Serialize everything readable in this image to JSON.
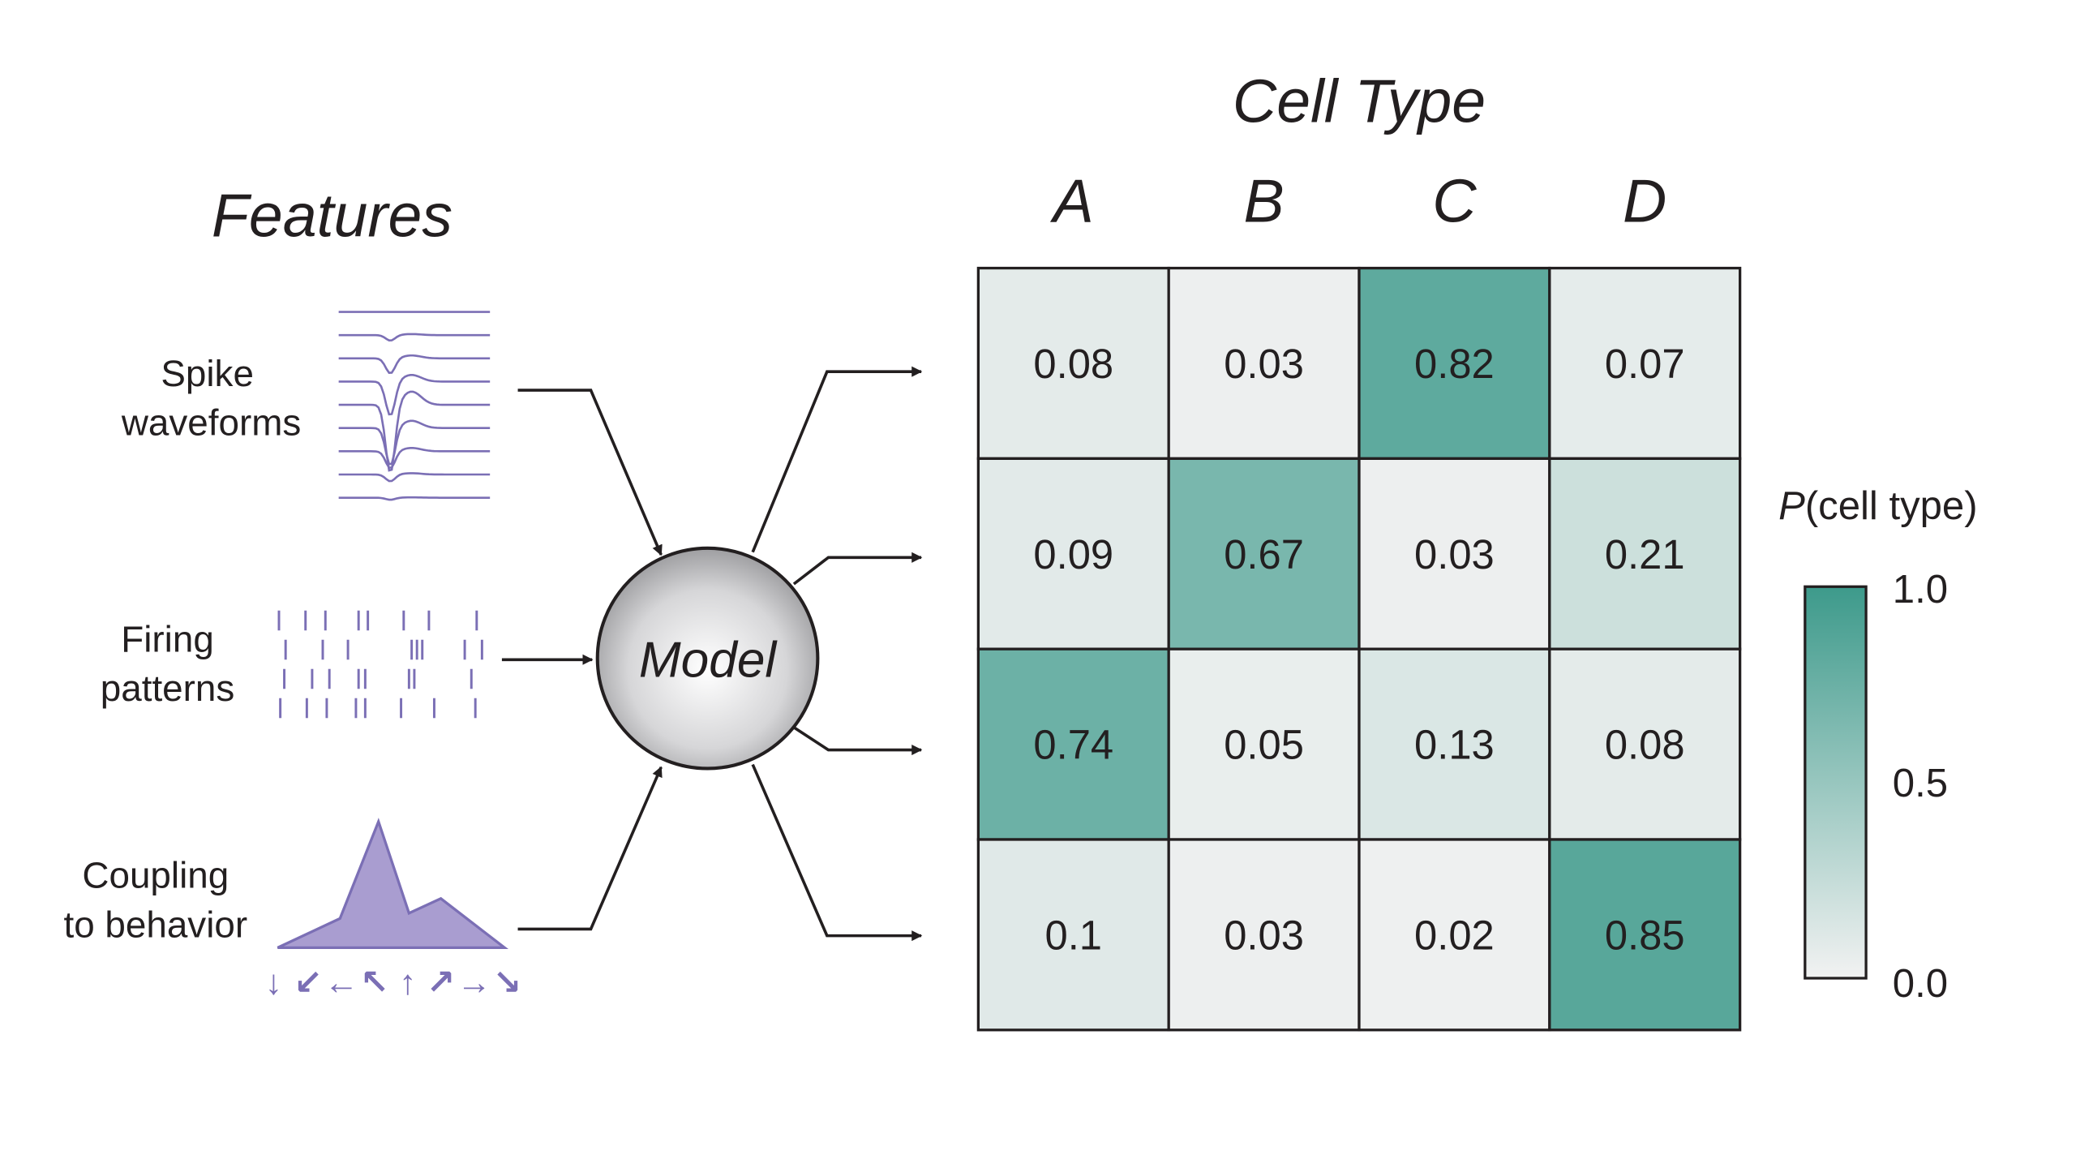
{
  "features": {
    "title": "Features",
    "items": [
      {
        "line1": "Spike",
        "line2": "waveforms"
      },
      {
        "line1": "Firing",
        "line2": "patterns"
      },
      {
        "line1": "Coupling",
        "line2": "to behavior"
      }
    ],
    "trace_color": "#7b6fb5",
    "fill_color": "#a99dd0",
    "direction_glyphs": [
      "↓",
      "↙",
      "←",
      "↖",
      "↑",
      "↗",
      "→",
      "↘"
    ]
  },
  "model": {
    "label": "Model"
  },
  "cell_type": {
    "title": "Cell Type",
    "columns": [
      "A",
      "B",
      "C",
      "D"
    ]
  },
  "colorbar": {
    "title_italic": "P",
    "title_rest": "(cell type)",
    "ticks": [
      "1.0",
      "0.5",
      "0.0"
    ],
    "color_high": "#3d9a8b",
    "color_low": "#f2f2f2"
  },
  "chart_data": {
    "type": "heatmap",
    "columns": [
      "A",
      "B",
      "C",
      "D"
    ],
    "matrix": [
      [
        0.08,
        0.03,
        0.82,
        0.07
      ],
      [
        0.09,
        0.67,
        0.03,
        0.21
      ],
      [
        0.74,
        0.05,
        0.13,
        0.08
      ],
      [
        0.1,
        0.03,
        0.02,
        0.85
      ]
    ],
    "labels": [
      [
        "0.08",
        "0.03",
        "0.82",
        "0.07"
      ],
      [
        "0.09",
        "0.67",
        "0.03",
        "0.21"
      ],
      [
        "0.74",
        "0.05",
        "0.13",
        "0.08"
      ],
      [
        "0.1",
        "0.03",
        "0.02",
        "0.85"
      ]
    ],
    "title": "Cell Type",
    "colorbar_label": "P(cell type)",
    "vmin": 0.0,
    "vmax": 1.0
  }
}
